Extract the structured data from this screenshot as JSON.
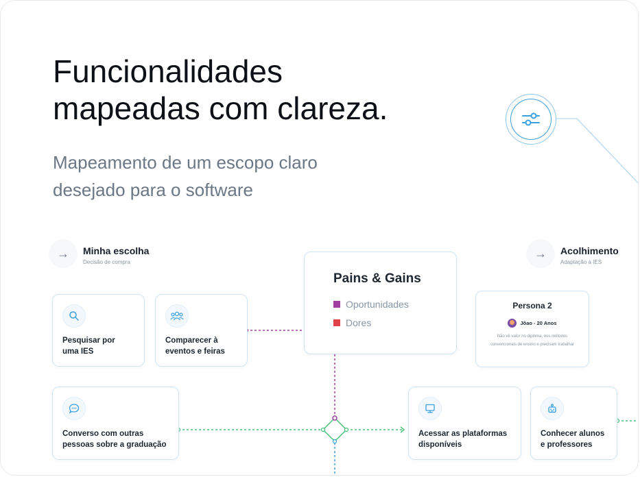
{
  "hero": {
    "title_line1": "Funcionalidades",
    "title_line2": "mapeadas com clareza.",
    "subtitle_line1": "Mapeamento de um escopo claro",
    "subtitle_line2": "desejado para o software",
    "icon": "sliders-icon"
  },
  "stages": [
    {
      "arrow": "→",
      "title": "Minha escolha",
      "subtitle": "Decisão de compra"
    },
    {
      "arrow": "→",
      "title": "Acolhimento",
      "subtitle": "Adaptação à IES"
    }
  ],
  "cards": {
    "pesquisar": {
      "label": "Pesquisar por\numa IES",
      "icon": "search-icon"
    },
    "comparecer": {
      "label": "Comparecer à\neventos e feiras",
      "icon": "people-icon"
    },
    "converso": {
      "label": "Converso com outras\npessoas sobre a graduação",
      "icon": "chat-icon"
    },
    "acessar": {
      "label": "Acessar as plataformas\ndisponíveis",
      "icon": "monitor-icon"
    },
    "conhecer": {
      "label": "Conhecer alunos\ne professores",
      "icon": "robot-icon"
    }
  },
  "pains_gains": {
    "title": "Pains & Gains",
    "items": [
      {
        "label": "Oportunidades",
        "color": "#a0409e"
      },
      {
        "label": "Dores",
        "color": "#e0424a"
      }
    ]
  },
  "persona": {
    "title": "Persona 2",
    "user": "Jõao - 20 Anos",
    "description": "Não vê valor no diploma, nos métodos convencionais de ensino e precisam trabalhar"
  },
  "colors": {
    "accent_blue": "#3aa0e0",
    "line_purple": "#a0409e",
    "line_green": "#4cc27a"
  }
}
